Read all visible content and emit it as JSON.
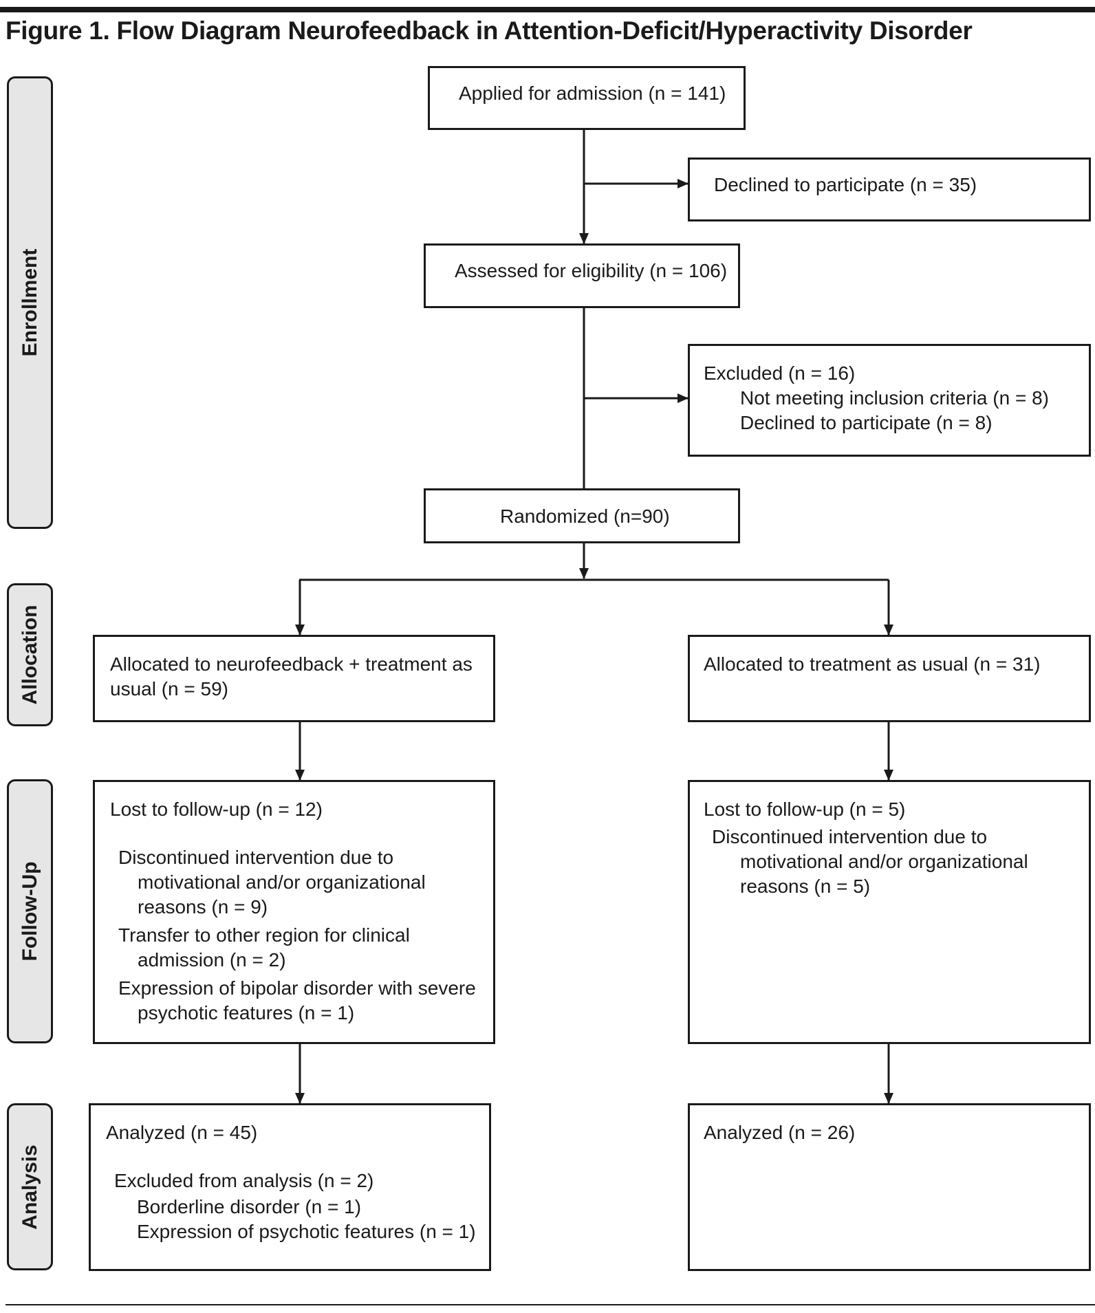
{
  "title": "Figure 1. Flow Diagram Neurofeedback in Attention-Deficit/Hyperactivity Disorder",
  "phases": {
    "enrollment": "Enrollment",
    "allocation": "Allocation",
    "followup": "Follow-Up",
    "analysis": "Analysis"
  },
  "boxes": {
    "applied": "Applied for admission (n = 141)",
    "declined": "Declined to participate (n = 35)",
    "assessed": "Assessed for eligibility (n = 106)",
    "excluded": {
      "header": "Excluded (n = 16)",
      "item1": "Not meeting inclusion criteria (n = 8)",
      "item2": "Declined to participate (n = 8)"
    },
    "randomized": "Randomized (n=90)",
    "alloc_nf": {
      "line1": "Allocated to neurofeedback + treatment as",
      "line2": "usual (n = 59)"
    },
    "alloc_tau": "Allocated to treatment as usual (n = 31)",
    "lost_nf": {
      "header": "Lost to follow-up (n = 12)",
      "r1a": "Discontinued intervention due to",
      "r1b": "motivational and/or organizational",
      "r1c": "reasons (n = 9)",
      "r2a": "Transfer to other region for clinical",
      "r2b": "admission (n = 2)",
      "r3a": "Expression of bipolar disorder with severe",
      "r3b": "psychotic features (n = 1)"
    },
    "lost_tau": {
      "header": "Lost to follow-up (n = 5)",
      "r1a": "Discontinued intervention due to",
      "r1b": "motivational and/or organizational",
      "r1c": "reasons (n = 5)"
    },
    "analyzed_nf": {
      "header": "Analyzed (n = 45)",
      "sub": "Excluded from analysis (n = 2)",
      "item1": "Borderline disorder (n = 1)",
      "item2": "Expression of psychotic features (n = 1)"
    },
    "analyzed_tau": "Analyzed (n = 26)"
  }
}
